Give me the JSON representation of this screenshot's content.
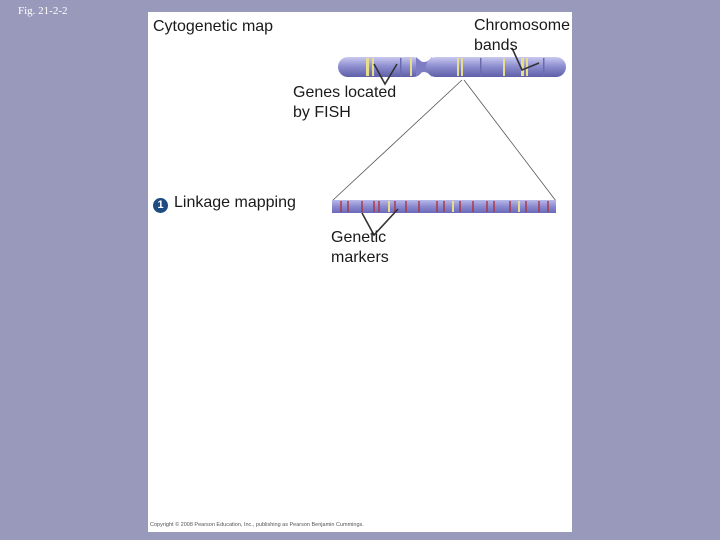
{
  "slide_label": "Fig. 21-2-2",
  "panel": {
    "title": "Cytogenetic map",
    "chromosome_label_line1": "Chromosome",
    "chromosome_label_line2": "bands",
    "fish_label_line1": "Genes located",
    "fish_label_line2": "by FISH",
    "step_number": "1",
    "linkage_label": "Linkage mapping",
    "markers_label_line1": "Genetic",
    "markers_label_line2": "markers",
    "copyright": "Copyright © 2008 Pearson Education, Inc., publishing as Pearson Benjamin Cummings."
  },
  "colors": {
    "background": "#9899bb",
    "panel": "#ffffff",
    "chromosome": "#8f8fd1",
    "band_yellow": "#e8dd8a",
    "marker_red": "#b0323a",
    "badge": "#1f4c80"
  }
}
